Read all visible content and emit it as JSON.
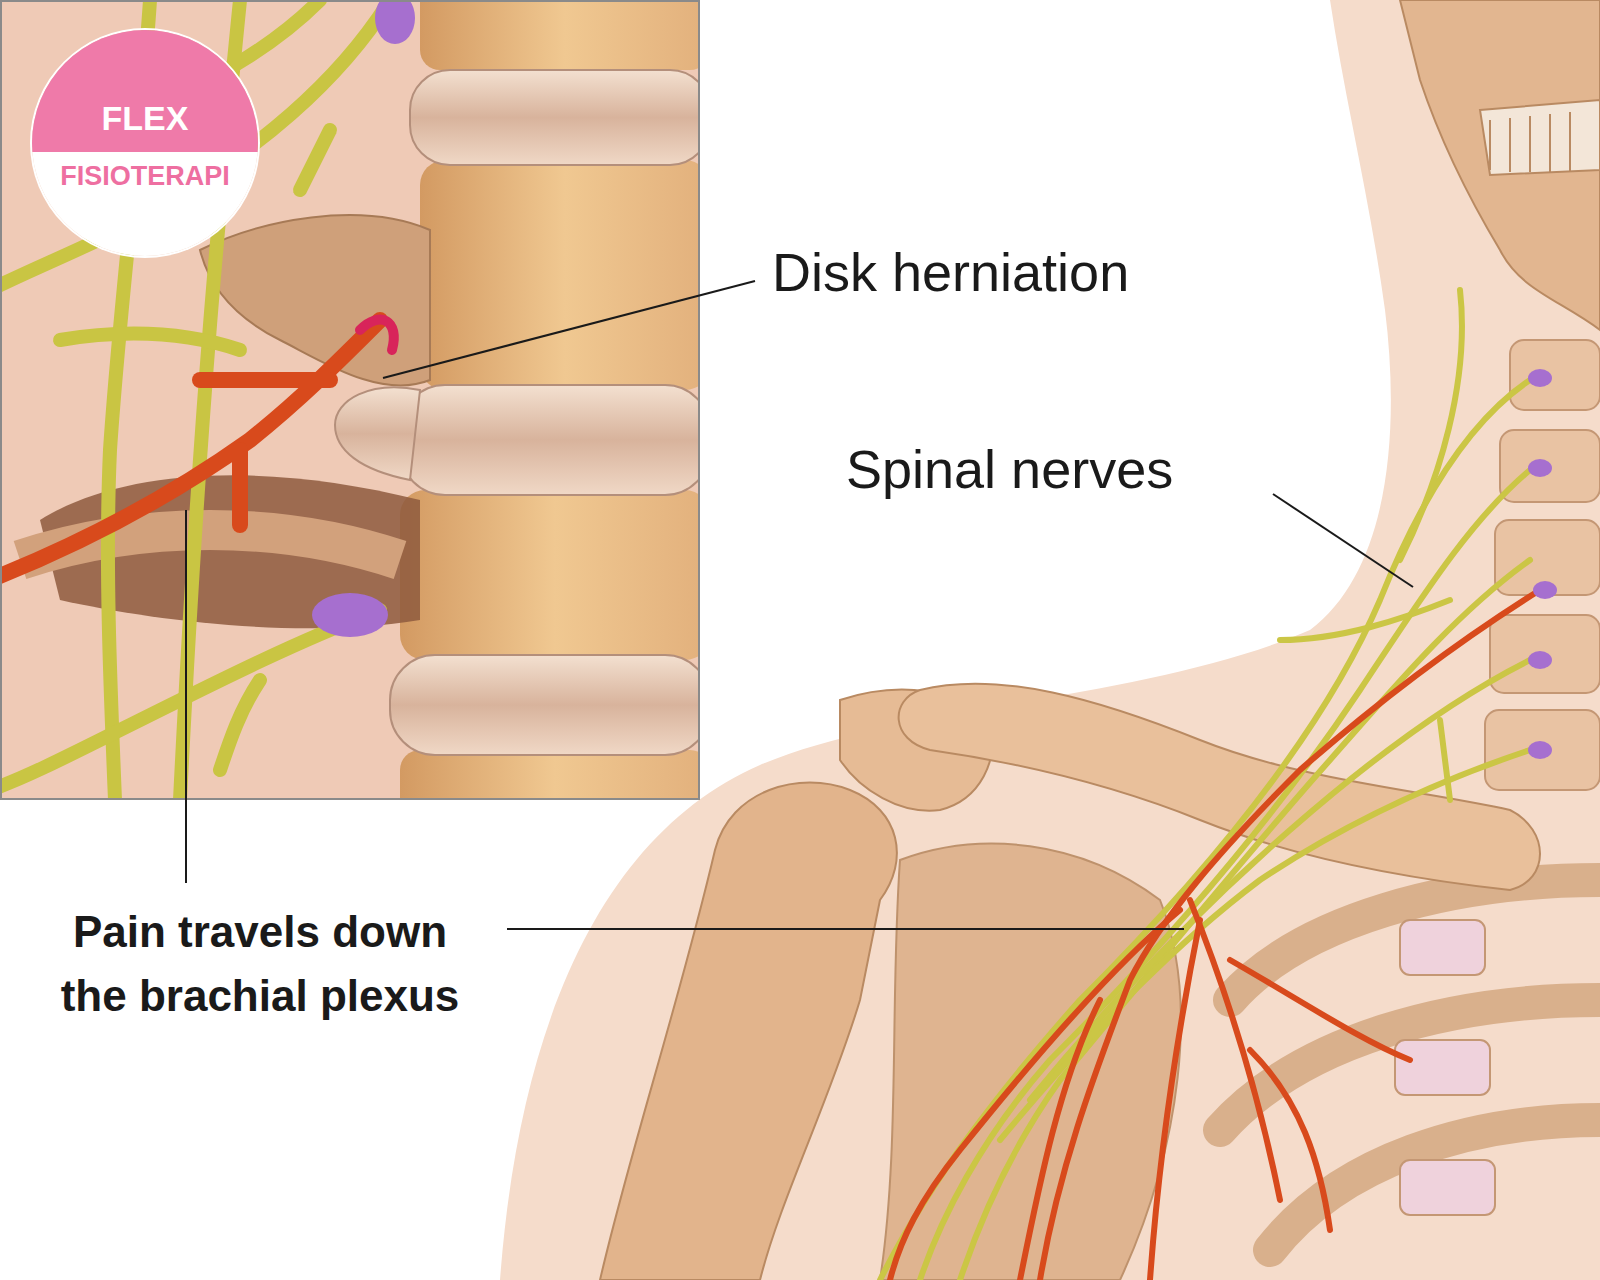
{
  "diagram": {
    "nodes": [
      {
        "text": [
          "FLEX",
          "FISIOTERAPI"
        ]
      }
    ],
    "labels": [
      "Disk herniation",
      "Spinal nerves",
      "Pain travels down the brachial plexus"
    ]
  }
}
